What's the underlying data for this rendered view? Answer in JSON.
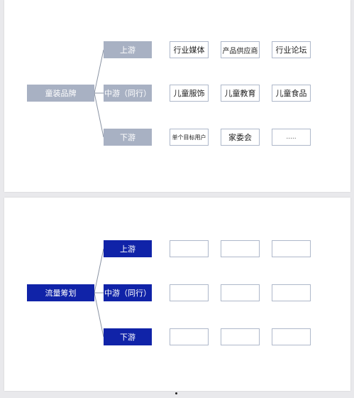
{
  "diagrams": [
    {
      "root": "童装品牌",
      "branches": [
        {
          "label": "上游",
          "leaves": [
            "行业媒体",
            "产品供应商",
            "行业论坛"
          ]
        },
        {
          "label": "中游（同行）",
          "leaves": [
            "儿童服饰",
            "儿童教育",
            "儿童食品"
          ]
        },
        {
          "label": "下游",
          "leaves": [
            "单个目标用户",
            "家委会",
            "....."
          ]
        }
      ],
      "color": "#a8b1c3"
    },
    {
      "root": "流量筹划",
      "branches": [
        {
          "label": "上游",
          "leaves": [
            "",
            "",
            ""
          ]
        },
        {
          "label": "中游（同行）",
          "leaves": [
            "",
            "",
            ""
          ]
        },
        {
          "label": "下游",
          "leaves": [
            "",
            "",
            ""
          ]
        }
      ],
      "color": "#1023a8"
    }
  ]
}
